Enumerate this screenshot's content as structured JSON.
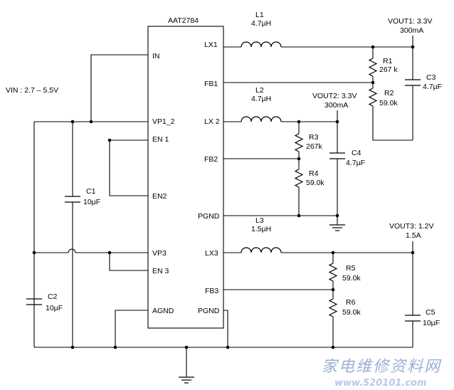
{
  "ic": {
    "name": "AAT2784",
    "pins_left": [
      "IN",
      "VP1_2",
      "EN 1",
      "EN2",
      "VP3",
      "EN 3",
      "AGND"
    ],
    "pins_right": [
      "LX1",
      "FB1",
      "LX 2",
      "FB2",
      "PGND",
      "LX3",
      "FB3",
      "PGND"
    ]
  },
  "vin": {
    "label": "VIN : 2.7 – 5.5V"
  },
  "vout1": {
    "label": "VOUT1: 3.3V",
    "current": "300mA"
  },
  "vout2": {
    "label": "VOUT2: 3.3V",
    "current": "300mA"
  },
  "vout3": {
    "label": "VOUT3: 1.2V",
    "current": "1.5A"
  },
  "inductors": {
    "L1": {
      "name": "L1",
      "value": "4.7µH"
    },
    "L2": {
      "name": "L2",
      "value": "4.7µH"
    },
    "L3": {
      "name": "L3",
      "value": "1.5µH"
    }
  },
  "resistors": {
    "R1": {
      "name": "R1",
      "value": "267 k"
    },
    "R2": {
      "name": "R2",
      "value": "59.0k"
    },
    "R3": {
      "name": "R3",
      "value": "267k"
    },
    "R4": {
      "name": "R4",
      "value": "59.0k"
    },
    "R5": {
      "name": "R5",
      "value": "59.0k"
    },
    "R6": {
      "name": "R6",
      "value": "59.0k"
    }
  },
  "capacitors": {
    "C1": {
      "name": "C1",
      "value": "10µF"
    },
    "C2": {
      "name": "C2",
      "value": "10µF"
    },
    "C3": {
      "name": "C3",
      "value": "4.7µF"
    },
    "C4": {
      "name": "C4",
      "value": "4.7µF"
    },
    "C5": {
      "name": "C5",
      "value": "10µF"
    }
  },
  "watermark": {
    "chinese": "家电维修资料网",
    "url": "www.520101.com"
  }
}
